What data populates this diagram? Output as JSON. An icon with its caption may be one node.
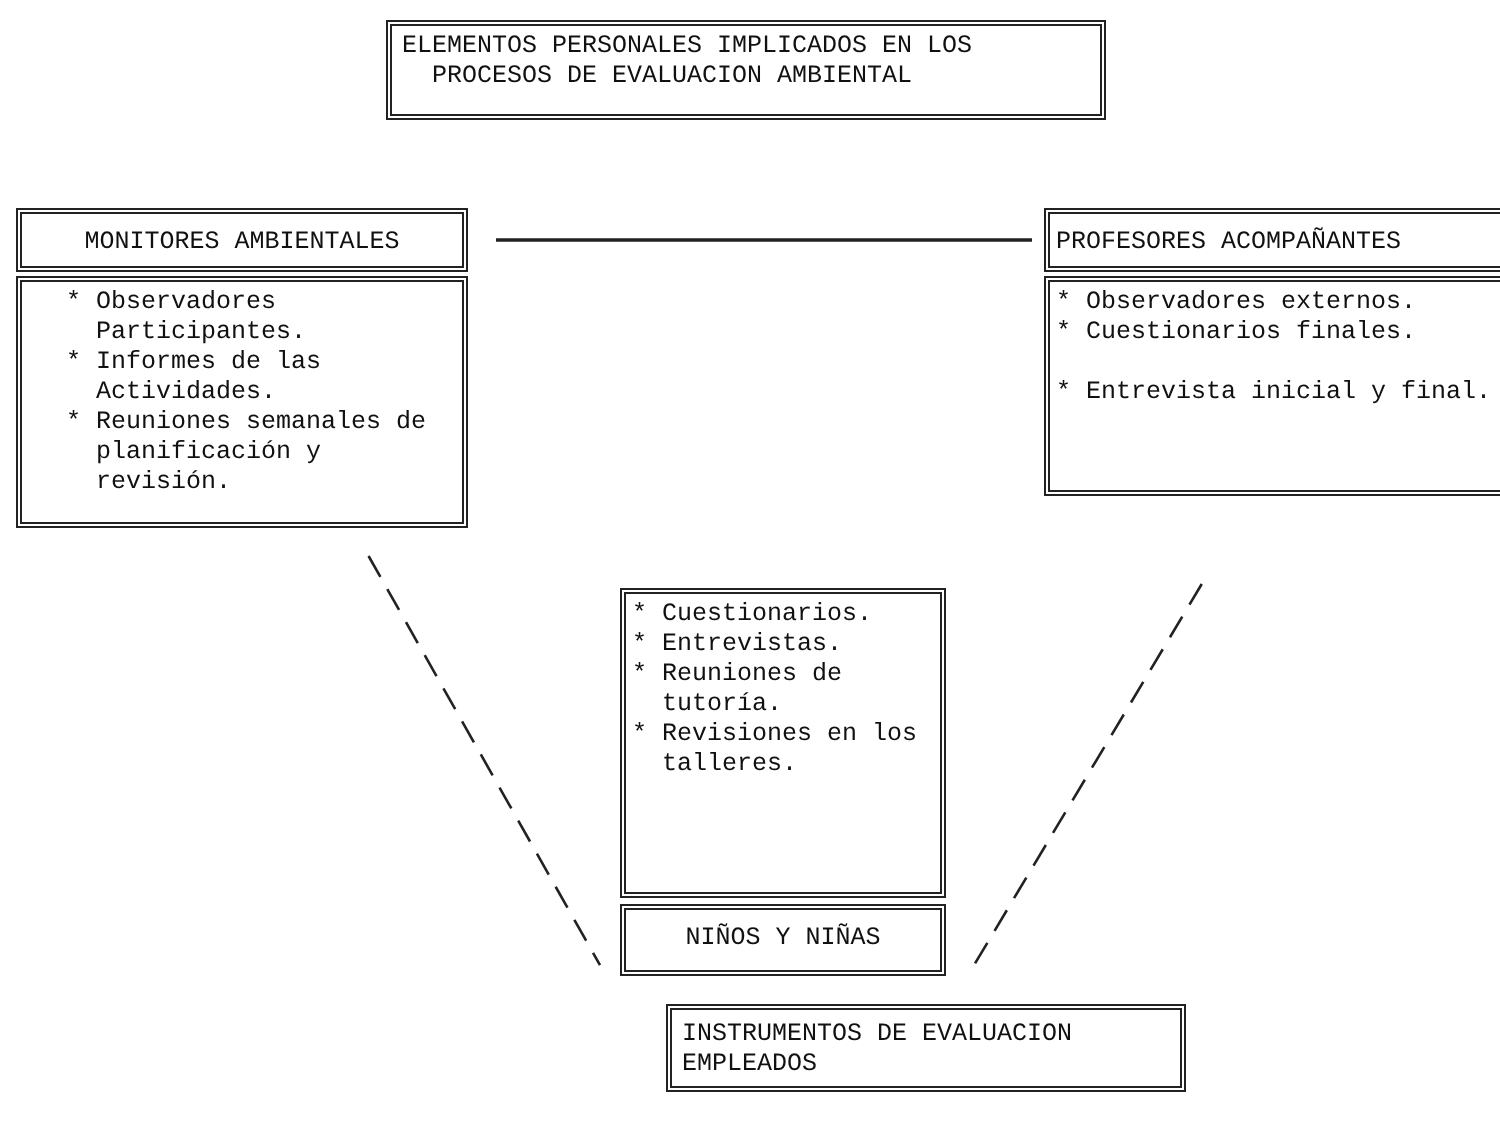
{
  "diagram": {
    "nodes": [
      {
        "text": [
          "ELEMENTOS PERSONALES IMPLICADOS EN LOS PROCESOS DE EVALUACION AMBIENTAL"
        ]
      },
      {
        "text": [
          "MONITORES AMBIENTALES"
        ]
      },
      {
        "text": [
          "* Observadores Participantes.",
          "* Informes de las Actividades.",
          "* Reuniones semanales de planificación y revisión."
        ]
      },
      {
        "text": [
          "PROFESORES ACOMPAÑANTES"
        ]
      },
      {
        "text": [
          "* Observadores externos.",
          "* Cuestionarios finales.",
          "* Entrevista inicial y final."
        ]
      },
      {
        "text": [
          "* Cuestionarios.",
          "* Entrevistas.",
          "* Reuniones de tutoría.",
          "* Revisiones en los talleres."
        ]
      },
      {
        "text": [
          "NIÑOS Y NIÑAS"
        ]
      },
      {
        "text": [
          "INSTRUMENTOS DE EVALUACION EMPLEADOS"
        ]
      }
    ],
    "edges": [
      {
        "from": 1,
        "to": 3,
        "arrow": "none"
      },
      {
        "from": 2,
        "to": 6,
        "arrow": "none",
        "style": "dashed"
      },
      {
        "from": 4,
        "to": 6,
        "arrow": "none",
        "style": "dashed"
      }
    ]
  }
}
